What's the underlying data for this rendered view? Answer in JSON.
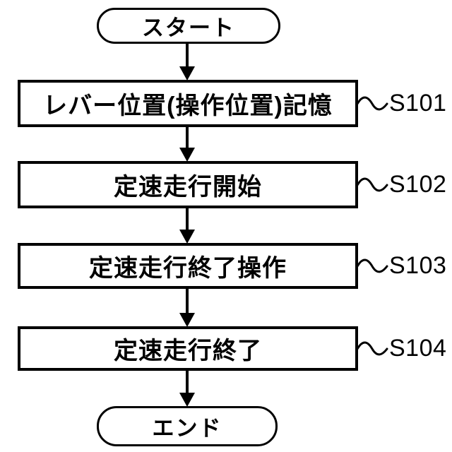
{
  "flowchart": {
    "start_label": "スタート",
    "end_label": "エンド",
    "steps": [
      {
        "label": "レバー位置(操作位置)記憶",
        "ref": "S101"
      },
      {
        "label": "定速走行開始",
        "ref": "S102"
      },
      {
        "label": "定速走行終了操作",
        "ref": "S103"
      },
      {
        "label": "定速走行終了",
        "ref": "S104"
      }
    ],
    "colors": {
      "line": "#000000",
      "text": "#000000",
      "background": "#ffffff"
    }
  }
}
